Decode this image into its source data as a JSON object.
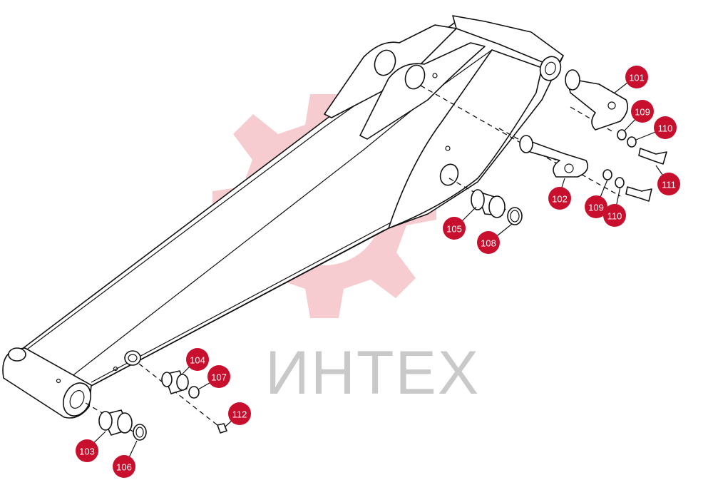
{
  "watermark": {
    "text": "ИНТЕХ",
    "color": "#c9c9c9",
    "gear_color": "#f6c7cc"
  },
  "badge_color": "#c8102e",
  "callouts": [
    {
      "id": "c101",
      "label": "101"
    },
    {
      "id": "c102",
      "label": "102"
    },
    {
      "id": "c103",
      "label": "103"
    },
    {
      "id": "c104",
      "label": "104"
    },
    {
      "id": "c105",
      "label": "105"
    },
    {
      "id": "c106",
      "label": "106"
    },
    {
      "id": "c107",
      "label": "107"
    },
    {
      "id": "c108",
      "label": "108"
    },
    {
      "id": "c109a",
      "label": "109"
    },
    {
      "id": "c109b",
      "label": "109"
    },
    {
      "id": "c110a",
      "label": "110"
    },
    {
      "id": "c110b",
      "label": "110"
    },
    {
      "id": "c111",
      "label": "111"
    },
    {
      "id": "c112",
      "label": "112"
    }
  ]
}
